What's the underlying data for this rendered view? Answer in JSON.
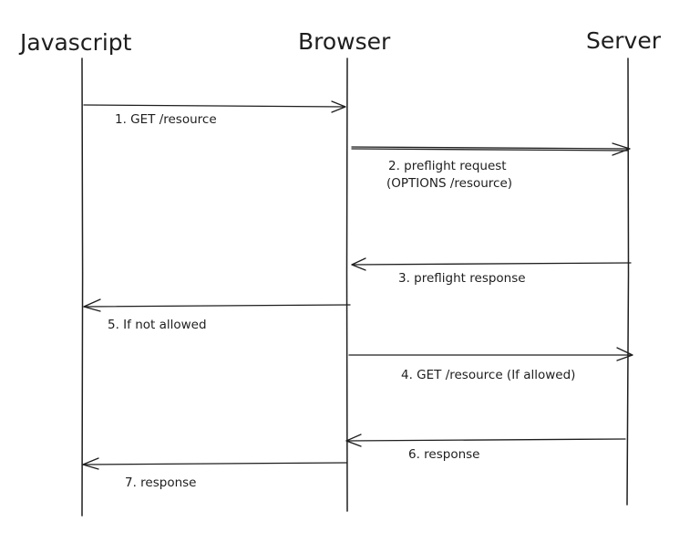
{
  "actors": [
    {
      "id": "javascript",
      "label": "Javascript"
    },
    {
      "id": "browser",
      "label": "Browser"
    },
    {
      "id": "server",
      "label": "Server"
    }
  ],
  "messages": [
    {
      "id": "m1",
      "from": "javascript",
      "to": "browser",
      "lines": [
        "1. GET /resource"
      ]
    },
    {
      "id": "m2",
      "from": "browser",
      "to": "server",
      "lines": [
        "2. preflight request",
        "(OPTIONS /resource)"
      ]
    },
    {
      "id": "m3",
      "from": "server",
      "to": "browser",
      "lines": [
        "3. preflight response"
      ]
    },
    {
      "id": "m5",
      "from": "browser",
      "to": "javascript",
      "lines": [
        "5. If not allowed"
      ]
    },
    {
      "id": "m4",
      "from": "browser",
      "to": "server",
      "lines": [
        "4. GET /resource (If allowed)"
      ]
    },
    {
      "id": "m6",
      "from": "server",
      "to": "browser",
      "lines": [
        "6. response"
      ]
    },
    {
      "id": "m7",
      "from": "browser",
      "to": "javascript",
      "lines": [
        "7. response"
      ]
    }
  ]
}
